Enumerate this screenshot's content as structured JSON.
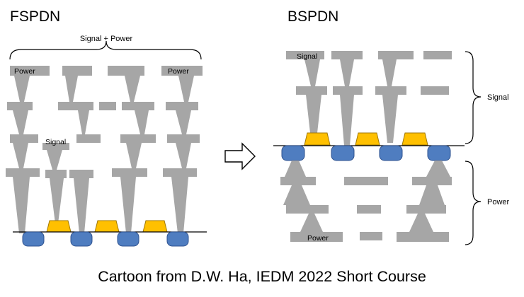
{
  "left_panel": {
    "title": "FSPDN",
    "brace_label": "Signal + Power",
    "label_power_left": "Power",
    "label_power_right": "Power",
    "label_signal": "Signal"
  },
  "right_panel": {
    "title": "BSPDN",
    "label_signal_top": "Signal",
    "label_power_bottom": "Power",
    "brace_signal_label": "Signal",
    "brace_power_label": "Power"
  },
  "caption": "Cartoon from D.W. Ha, IEDM 2022 Short Course",
  "colors": {
    "metal": "#a6a6a6",
    "transistor": "#ffc000",
    "transistor_edge": "#a07800",
    "contact": "#4f7dc0",
    "contact_edge": "#2f528f",
    "line": "#000000"
  }
}
